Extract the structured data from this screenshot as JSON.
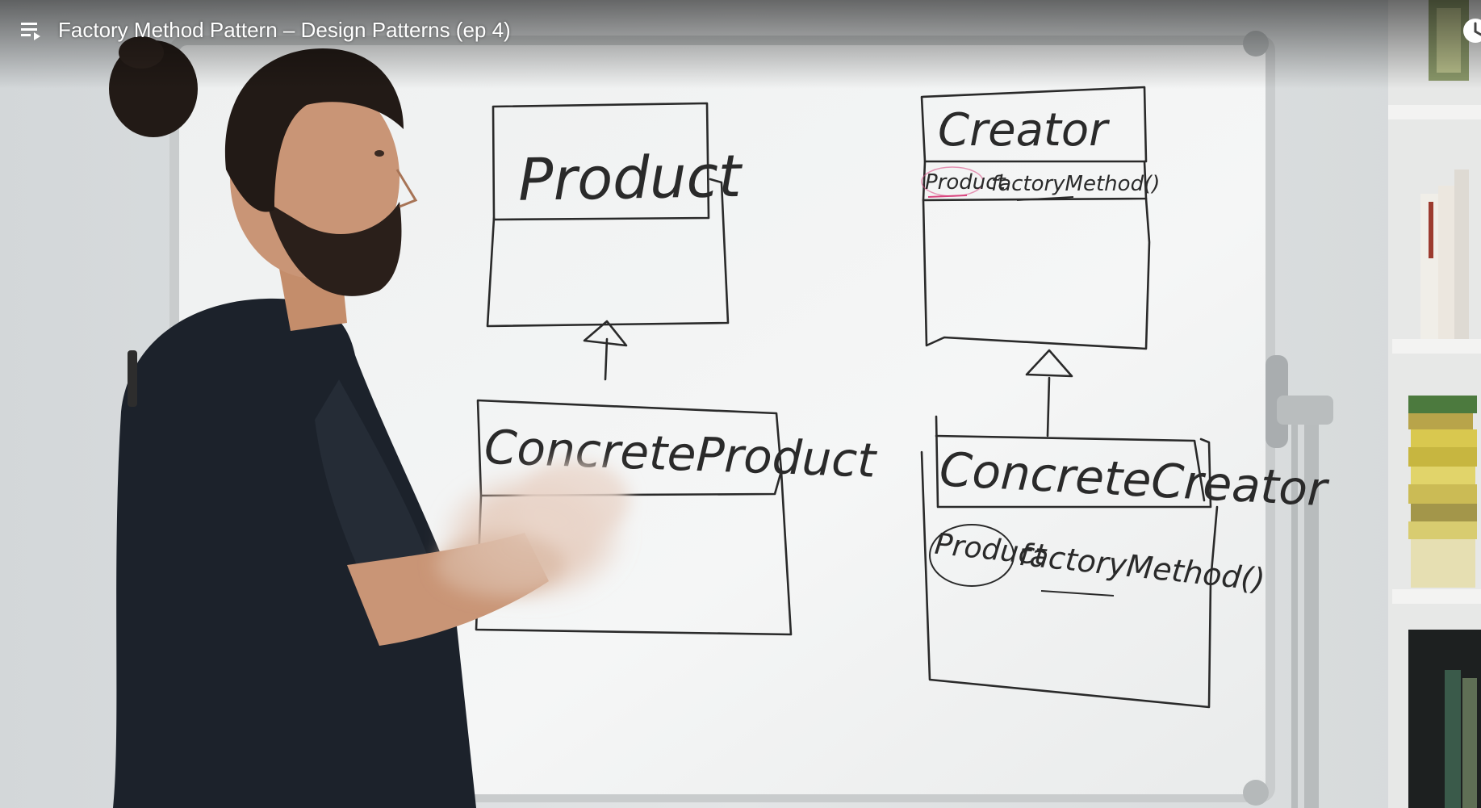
{
  "player": {
    "title": "Factory Method Pattern – Design Patterns (ep 4)",
    "icons": {
      "playlist": "playlist-icon",
      "watch_later": "clock-icon"
    }
  },
  "whiteboard": {
    "product_box": {
      "name": "Product"
    },
    "concrete_product_box": {
      "name": "ConcreteProduct"
    },
    "creator_box": {
      "name": "Creator",
      "return_type": "Product",
      "method": "factoryMethod()"
    },
    "concrete_creator_box": {
      "name": "ConcreteCreator",
      "return_type": "Product",
      "method": "factoryMethod()"
    }
  },
  "colors": {
    "whiteboard": "#f1f2f2",
    "wall": "#dcdfe0",
    "marker": "#2a2a2a",
    "highlight_pink": "#d9467f",
    "shirt": "#1c222b",
    "skin": "#c99576",
    "hair": "#221a16"
  }
}
